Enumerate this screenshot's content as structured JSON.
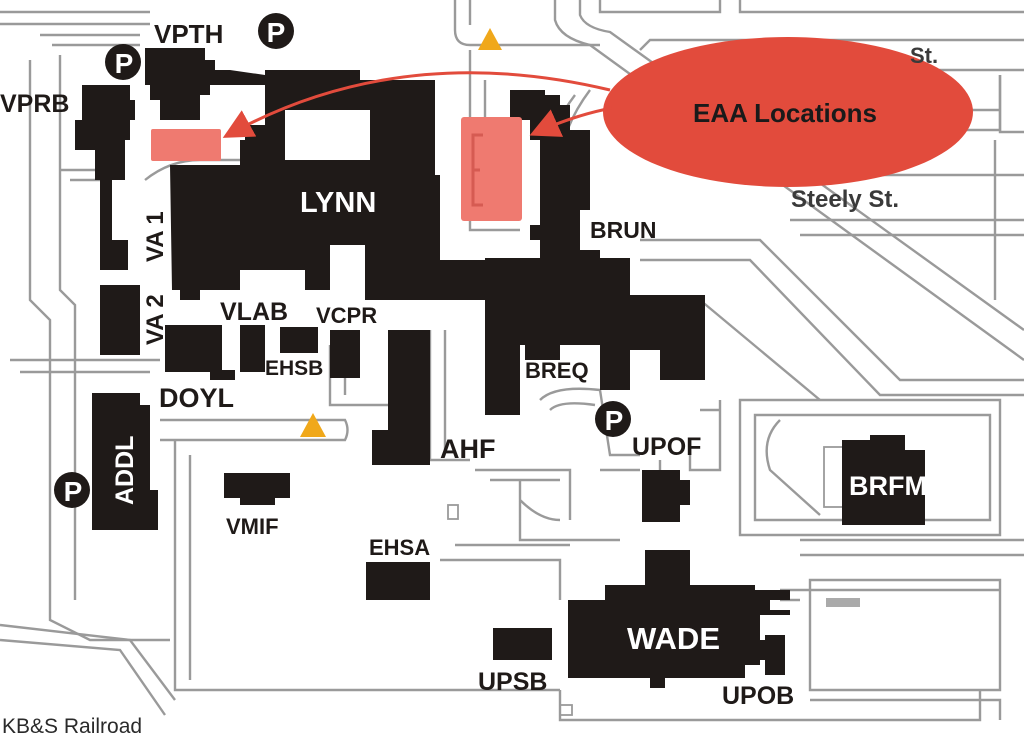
{
  "callout": {
    "label": "EAA Locations",
    "fill": "#e24b3c"
  },
  "eaa_marker_color": "#ef7a70",
  "streets": {
    "st": "St.",
    "steely": "Steely St.",
    "railroad": "KB&S Railroad"
  },
  "parking_symbol": "P",
  "buildings": {
    "vpth": "VPTH",
    "vprb": "VPRB",
    "lynn": "LYNN",
    "va1": "VA 1",
    "va2": "VA 2",
    "vlab": "VLAB",
    "vcpr": "VCPR",
    "ehsb": "EHSB",
    "doyl": "DOYL",
    "addl": "ADDL",
    "brun": "BRUN",
    "breq": "BREQ",
    "ahf": "AHF",
    "upof": "UPOF",
    "brfm": "BRFM",
    "vmif": "VMIF",
    "ehsa": "EHSA",
    "wade": "WADE",
    "upsb": "UPSB",
    "upob": "UPOB"
  }
}
